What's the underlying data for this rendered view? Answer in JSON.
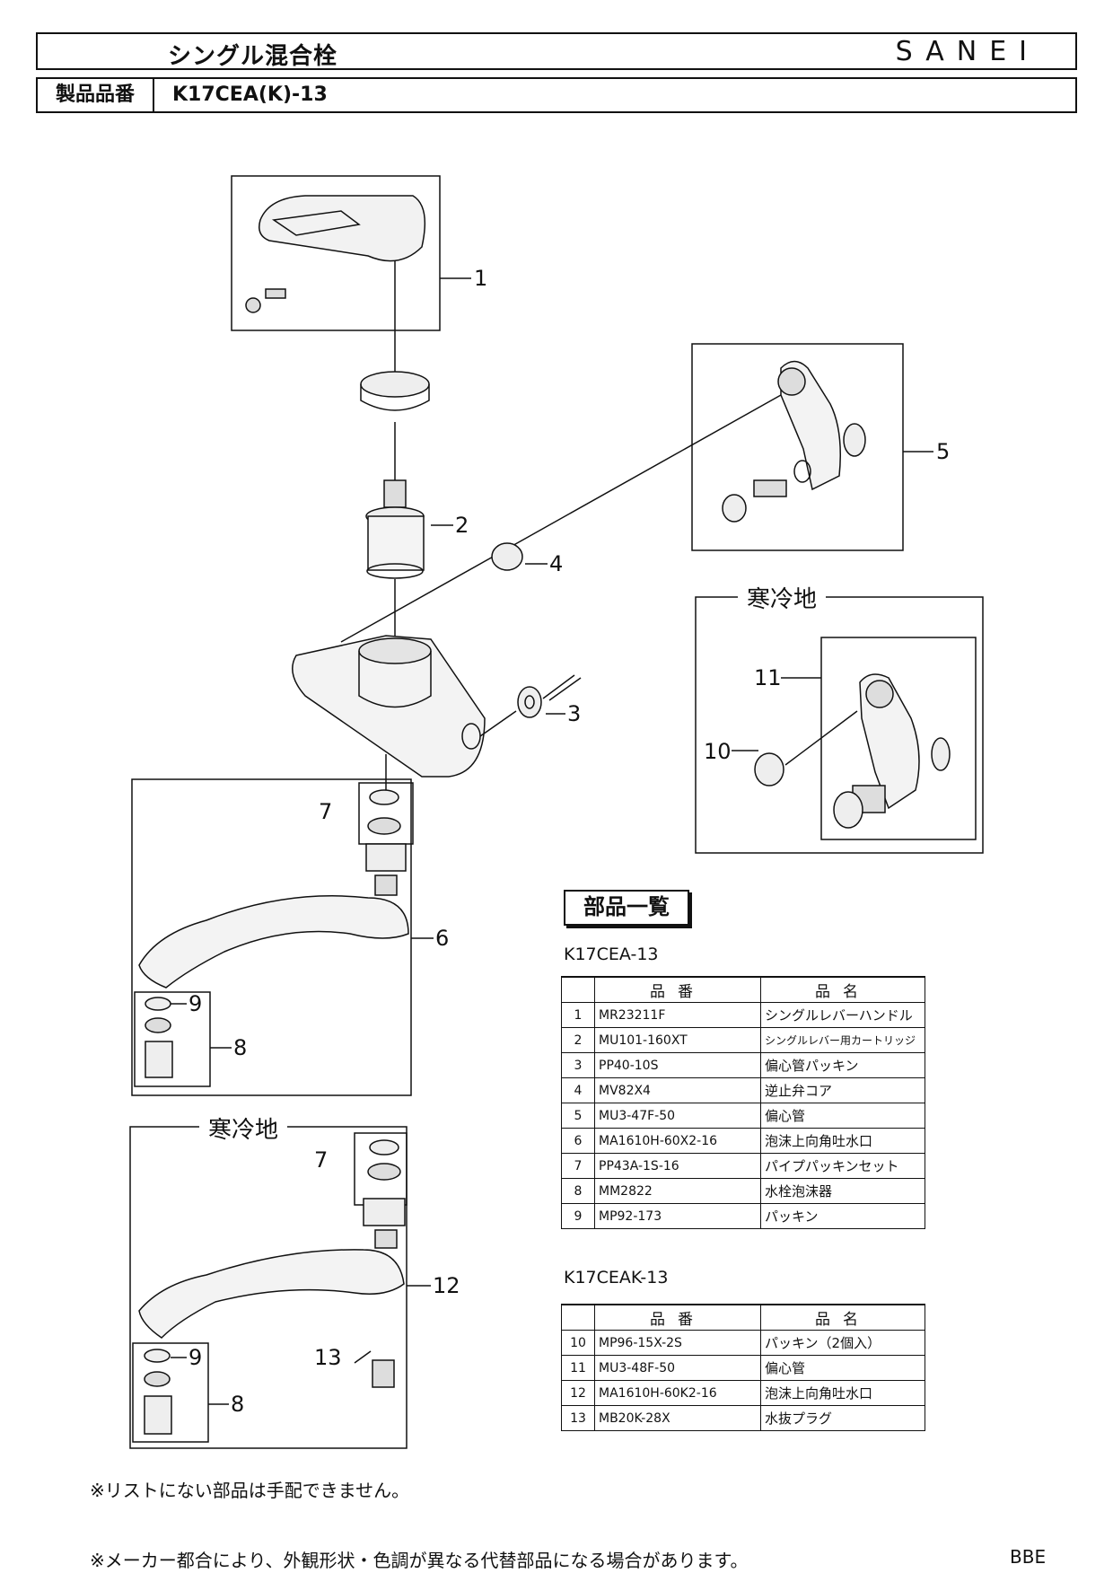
{
  "header": {
    "title": "シングル混合栓",
    "brand": "SANEI",
    "product_number_label": "製品品番",
    "product_number": "K17CEA(K)-13"
  },
  "diagram": {
    "callouts": [
      "1",
      "2",
      "3",
      "4",
      "5",
      "6",
      "7",
      "8",
      "9",
      "10",
      "11",
      "12",
      "13"
    ],
    "cold_region_label_a": "寒冷地",
    "cold_region_label_b": "寒冷地"
  },
  "parts": {
    "title": "部品一覧",
    "col_code": "品番",
    "col_name": "品名",
    "model_a": "K17CEA-13",
    "model_b": "K17CEAK-13",
    "table_a": [
      {
        "no": "1",
        "code": "MR23211F",
        "name": "シングルレバーハンドル"
      },
      {
        "no": "2",
        "code": "MU101-160XT",
        "name": "シングルレバー用カートリッジ"
      },
      {
        "no": "3",
        "code": "PP40-10S",
        "name": "偏心管パッキン"
      },
      {
        "no": "4",
        "code": "MV82X4",
        "name": "逆止弁コア"
      },
      {
        "no": "5",
        "code": "MU3-47F-50",
        "name": "偏心管"
      },
      {
        "no": "6",
        "code": "MA1610H-60X2-16",
        "name": "泡沫上向角吐水口"
      },
      {
        "no": "7",
        "code": "PP43A-1S-16",
        "name": "パイプパッキンセット"
      },
      {
        "no": "8",
        "code": "MM2822",
        "name": "水栓泡沫器"
      },
      {
        "no": "9",
        "code": "MP92-173",
        "name": "パッキン"
      }
    ],
    "table_b": [
      {
        "no": "10",
        "code": "MP96-15X-2S",
        "name": "パッキン（2個入）"
      },
      {
        "no": "11",
        "code": "MU3-48F-50",
        "name": "偏心管"
      },
      {
        "no": "12",
        "code": "MA1610H-60K2-16",
        "name": "泡沫上向角吐水口"
      },
      {
        "no": "13",
        "code": "MB20K-28X",
        "name": "水抜プラグ"
      }
    ]
  },
  "notes": {
    "line1": "※リストにない部品は手配できません。",
    "line2": "※メーカー都合により、外観形状・色調が異なる代替部品になる場合があります。",
    "code": "BBE"
  }
}
